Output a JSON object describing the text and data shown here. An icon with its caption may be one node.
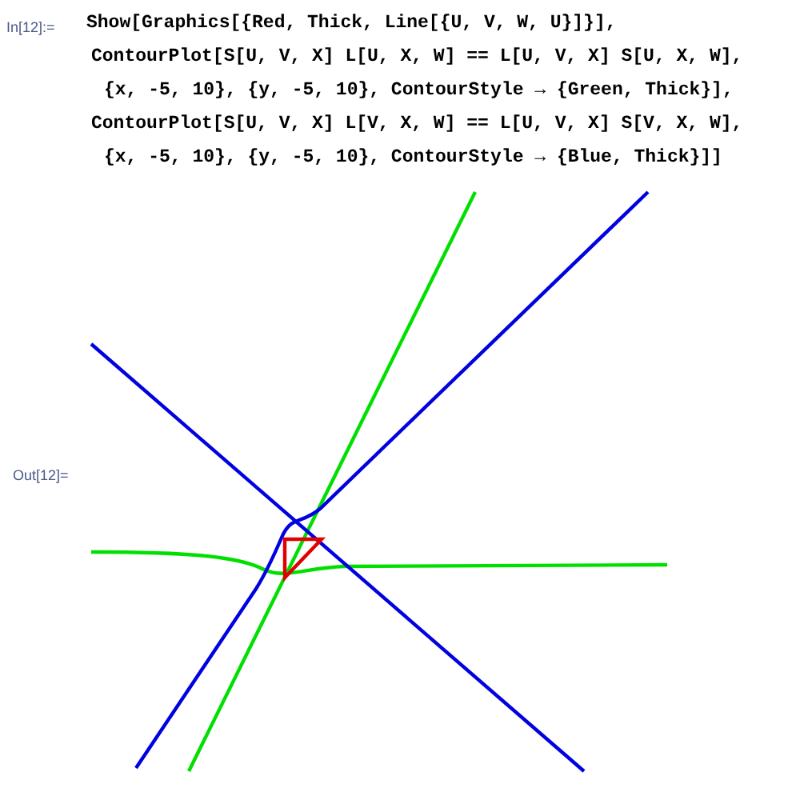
{
  "diagram": {
    "labels": [
      "In[12]:=",
      "Show[Graphics[{Red, Thick, Line[{U, V, W, U}]}],",
      "ContourPlot[S[U, V, X] L[U, X, W] == L[U, V, X] S[U, X, W],",
      "{x, -5, 10}, {y, -5, 10}, ContourStyle → {Green, Thick}],",
      "ContourPlot[S[U, V, X] L[V, X, W] == L[U, V, X] S[V, X, W],",
      "{x, -5, 10}, {y, -5, 10}, ContourStyle → {Blue, Thick}]]",
      "Out[12]="
    ]
  }
}
